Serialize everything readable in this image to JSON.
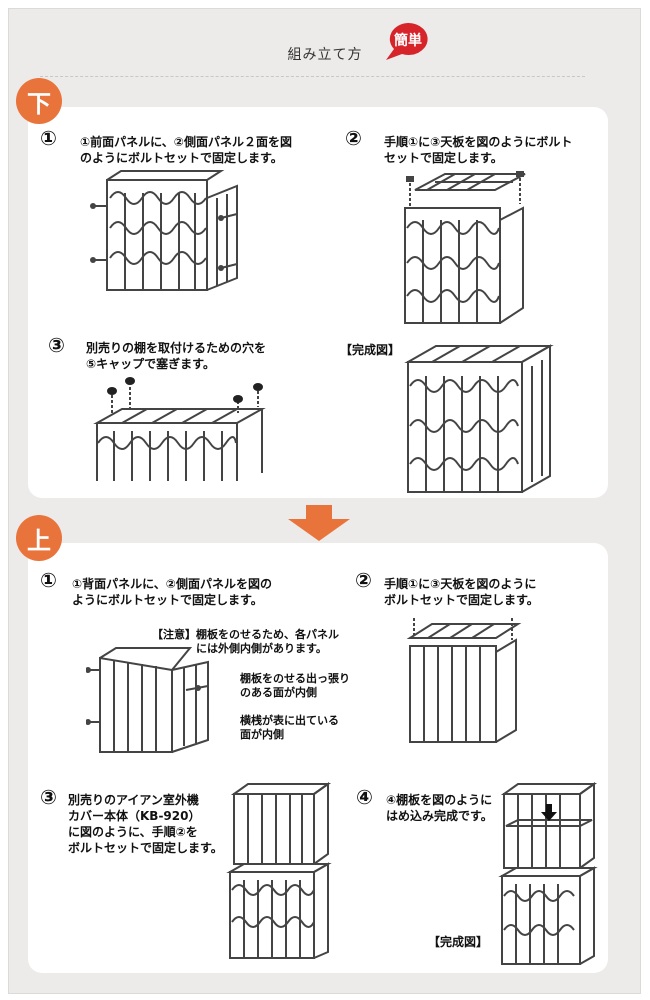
{
  "header": {
    "title": "組み立て方",
    "badge": "簡単"
  },
  "colors": {
    "accent": "#e9743b",
    "badge_red": "#d6242a",
    "metal": "#444444"
  },
  "lower": {
    "badge": "下",
    "steps": [
      {
        "num": "①",
        "lines": [
          "①前面パネルに、②側面パネル２面を図",
          "のようにボルトセットで固定します。"
        ]
      },
      {
        "num": "②",
        "lines": [
          "手順①に③天板を図のようにボルト",
          "セットで固定します。"
        ]
      },
      {
        "num": "③",
        "lines": [
          "別売りの棚を取付けるための穴を",
          "⑤キャップで塞ぎます。"
        ]
      }
    ],
    "complete_label": "【完成図】"
  },
  "upper": {
    "badge": "上",
    "steps": [
      {
        "num": "①",
        "lines": [
          "①背面パネルに、②側面パネルを図の",
          "ようにボルトセットで固定します。"
        ]
      },
      {
        "num": "②",
        "lines": [
          "手順①に③天板を図のように",
          "ボルトセットで固定します。"
        ]
      },
      {
        "num": "③",
        "lines": [
          "別売りのアイアン室外機",
          "カバー本体（KB-920）",
          "に図のように、手順②を",
          "ボルトセットで固定します。"
        ]
      },
      {
        "num": "④",
        "lines": [
          "④棚板を図のように",
          "はめ込み完成です。"
        ]
      }
    ],
    "notes": {
      "caution": [
        "【注意】棚板をのせるため、各パネル",
        "には外側内側があります。"
      ],
      "inner1": [
        "棚板をのせる出っ張り",
        "のある面が内側"
      ],
      "inner2": [
        "横桟が表に出ている",
        "面が内側"
      ]
    },
    "complete_label": "【完成図】"
  }
}
